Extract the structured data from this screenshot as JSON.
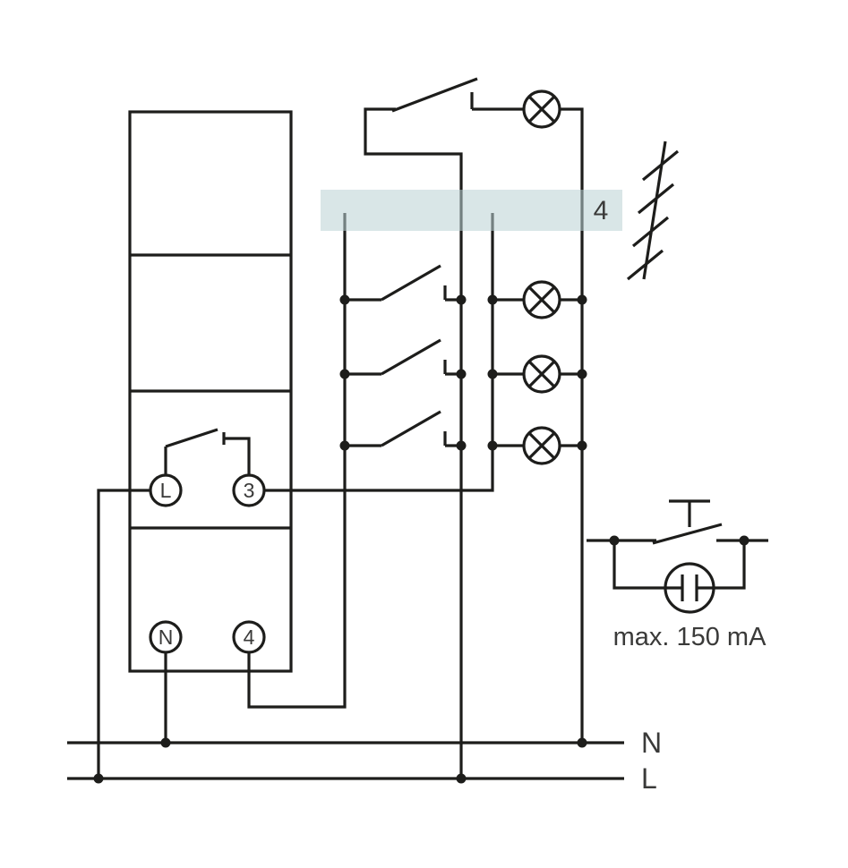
{
  "diagram": {
    "band_label": "4",
    "terminals": {
      "l": "L",
      "three": "3",
      "n": "N",
      "four": "4"
    },
    "bus": {
      "n": "N",
      "l": "L"
    },
    "annotation": {
      "max_current": "max. 150 mA"
    },
    "colors": {
      "line": "#1d1d1b",
      "band": "#b9d2d3",
      "label": "#3a3a39"
    },
    "icons": {
      "lamp-icon": "circle with diagonal cross (lamp load)",
      "glow-lamp-icon": "circle with two parallel electrodes",
      "push-button-icon": "tee actuator over contact lever",
      "push-switch-icon": "angled lever make-contact",
      "junction-dot": "filled circular wire junction",
      "multi-wire-hatch-icon": "slashed line marking multiple conductors"
    }
  }
}
